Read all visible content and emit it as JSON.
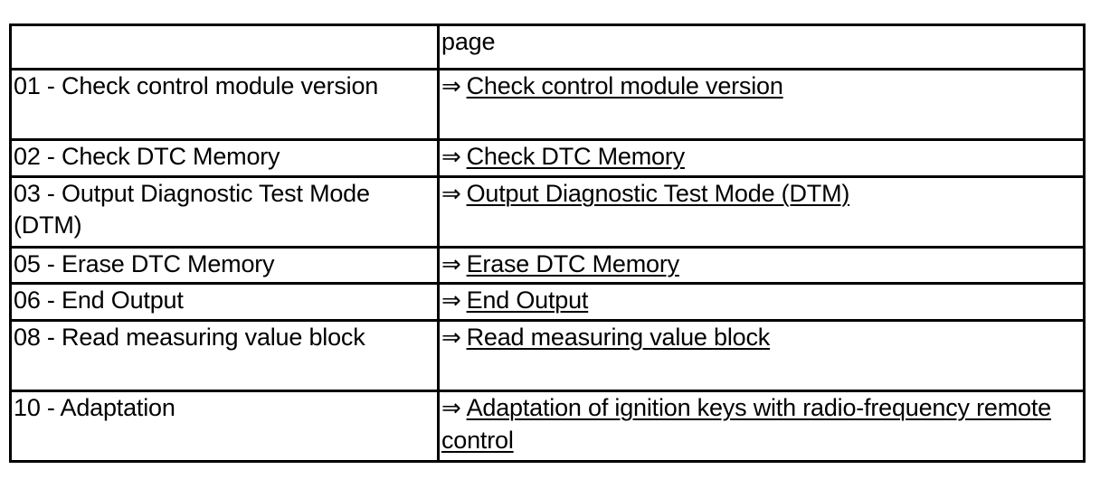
{
  "table": {
    "columns": [
      {
        "label": "",
        "name": "function-column"
      },
      {
        "label": "page",
        "name": "page-column"
      }
    ],
    "arrow_glyph": "⇒",
    "rows": [
      {
        "function": "01 - Check control module version",
        "link": "Check control module version"
      },
      {
        "function": "02 - Check DTC Memory",
        "link": "Check DTC Memory"
      },
      {
        "function": "03 - Output Diagnostic Test Mode (DTM)",
        "link": "Output Diagnostic Test Mode (DTM)"
      },
      {
        "function": "05 - Erase DTC Memory",
        "link": "Erase DTC Memory"
      },
      {
        "function": "06 - End Output",
        "link": "End Output"
      },
      {
        "function": "08 - Read measuring value block",
        "link": "Read measuring value block"
      },
      {
        "function": "10 - Adaptation",
        "link": "Adaptation of ignition keys with radio-frequency remote control"
      }
    ]
  },
  "colors": {
    "background": "#ffffff",
    "text": "#000000",
    "border": "#000000"
  }
}
